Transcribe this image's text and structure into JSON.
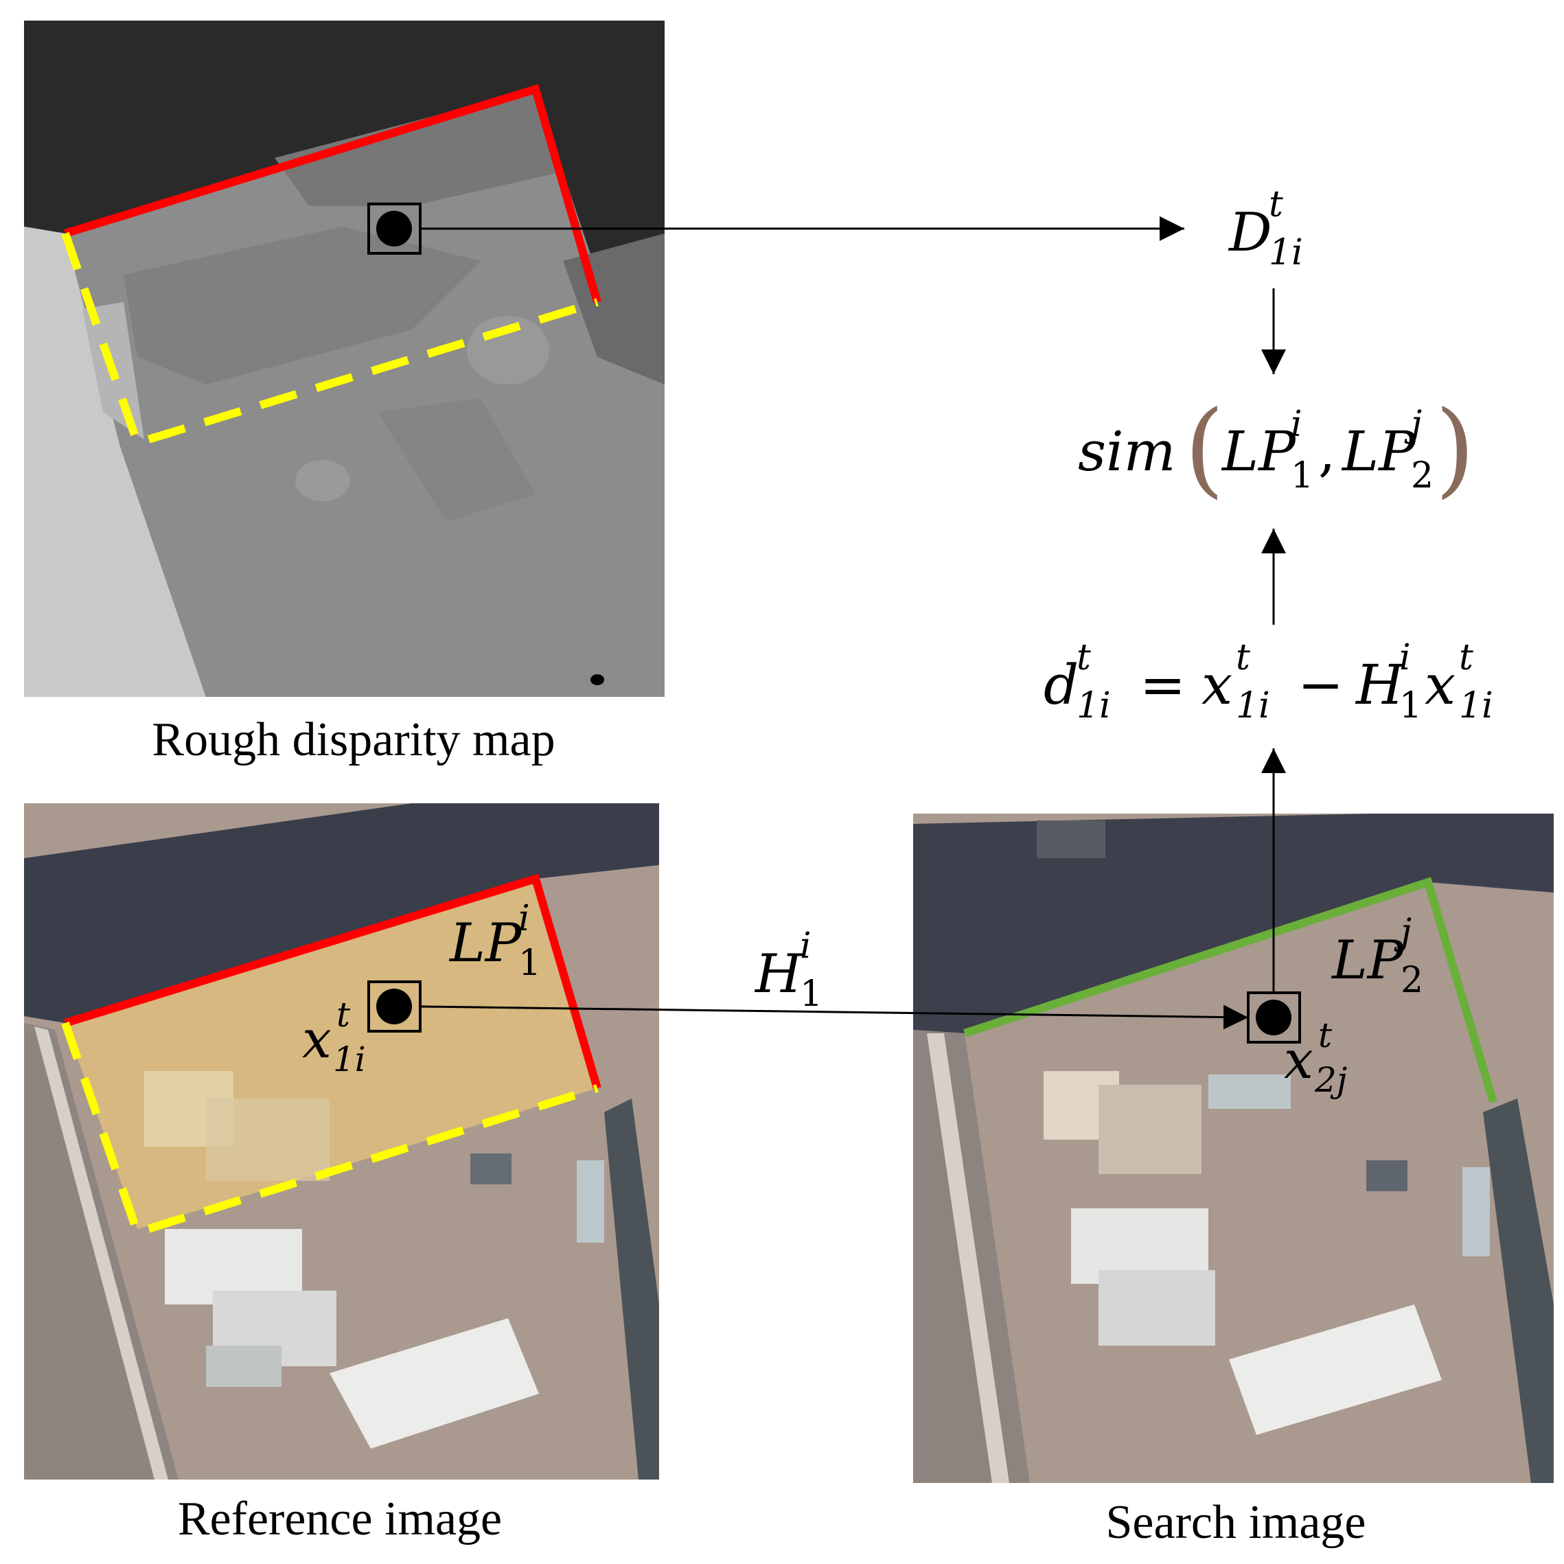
{
  "captions": {
    "disparity": "Rough disparity map",
    "reference": "Reference image",
    "search": "Search image"
  },
  "math": {
    "D": {
      "base": "D",
      "sup": "t",
      "sub": "1i"
    },
    "sim": {
      "fn": "sim",
      "a_base": "LP",
      "a_sub": "1",
      "a_sup": "i",
      "b_base": "LP",
      "b_sub": "2",
      "b_sup": "j"
    },
    "d_eq": {
      "lhs_base": "d",
      "lhs_sup": "t",
      "lhs_sub": "1i",
      "eq": "=",
      "x1_base": "x",
      "x1_sup": "t",
      "x1_sub": "1i",
      "minus": "−",
      "H_base": "H",
      "H_sup": "i",
      "H_sub": "1",
      "x2_base": "x",
      "x2_sup": "t",
      "x2_sub": "1i"
    },
    "H": {
      "base": "H",
      "sup": "i",
      "sub": "1"
    },
    "LP1": {
      "base": "LP",
      "sup": "i",
      "sub": "1"
    },
    "LP2": {
      "base": "LP",
      "sup": "j",
      "sub": "2"
    },
    "x1": {
      "base": "x",
      "sup": "t",
      "sub": "1i"
    },
    "x2": {
      "base": "x",
      "sup": "t",
      "sub": "2j"
    }
  },
  "colors": {
    "red_edge": "#ff0000",
    "yellow_dash": "#ffff00",
    "green_edge": "#6aaf3a",
    "highlight": "#e8c37a",
    "paren": "#8a6a5a"
  },
  "icons": [
    "point-marker-icon",
    "arrow-icon"
  ]
}
